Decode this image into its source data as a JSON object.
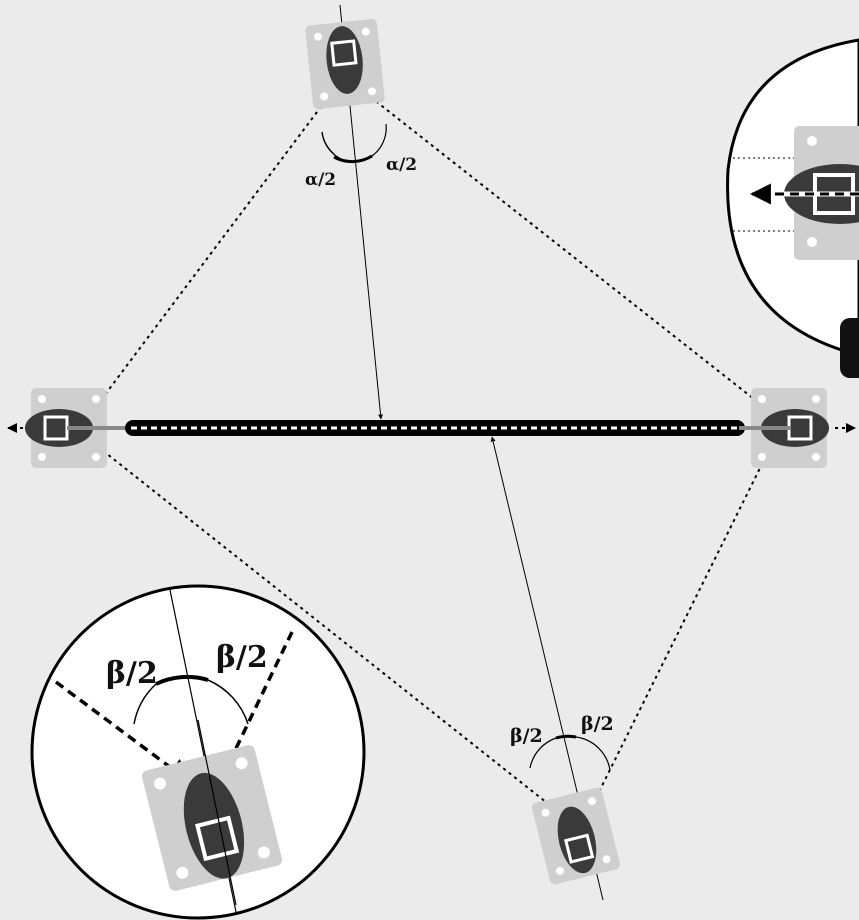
{
  "labels": {
    "alpha_left": "α/2",
    "alpha_right": "α/2",
    "beta_left": "β/2",
    "beta_right": "β/2",
    "beta_zoom_left": "β/2",
    "beta_zoom_right": "β/2"
  },
  "colors": {
    "background": "#ebebeb",
    "plate": "#cfcfcf",
    "sensor_body": "#3a3a3a",
    "line": "#000000",
    "zoom_fill": "#ffffff"
  }
}
